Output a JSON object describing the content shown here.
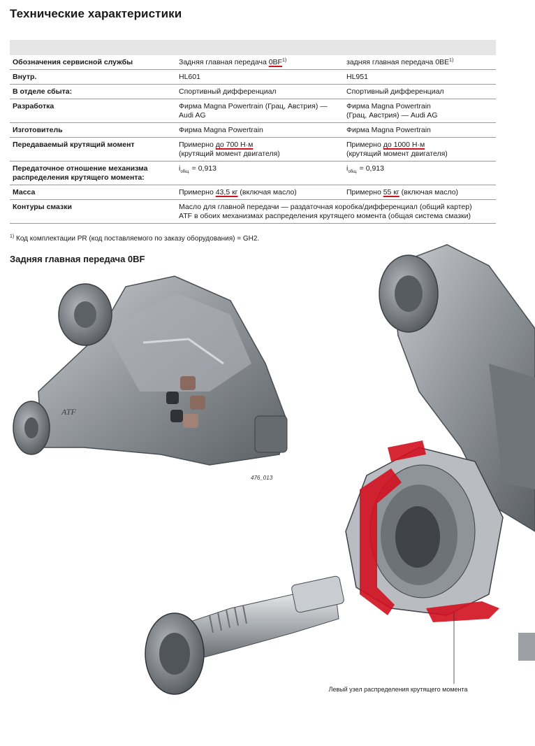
{
  "page_title": "Технические характеристики",
  "spec_table": {
    "rows": [
      {
        "key": "Обозначения сервисной службы",
        "v1": "Задняя главная передача ",
        "v1_hl": "0BF",
        "v1_sup": "1)",
        "v2": "задняя главная передача 0BE",
        "v2_sup": "1)"
      },
      {
        "key": "Внутр.",
        "v1": "HL601",
        "v2": "HL951"
      },
      {
        "key": "В отделе сбыта:",
        "v1": "Спортивный дифференциал",
        "v2": "Спортивный дифференциал"
      },
      {
        "key": "Разработка",
        "v1_l1": "Фирма Magna Powertrain (Грац, Австрия) —",
        "v1_l2": "Audi AG",
        "v2_l1": "Фирма Magna Powertrain",
        "v2_l2": "(Грац, Австрия) — Audi AG"
      },
      {
        "key": "Изготовитель",
        "v1": "Фирма Magna Powertrain",
        "v2": "Фирма Magna Powertrain"
      },
      {
        "key": "Передаваемый крутящий момент",
        "v1_pre": "Примерно ",
        "v1_hl": "до 700 Н·м",
        "v1_l2": "(крутящий момент двигателя)",
        "v2_pre": "Примерно ",
        "v2_hl": "до 1000 Н·м",
        "v2_l2": "(крутящий момент двигателя)"
      },
      {
        "key_l1": "Передаточное отношение механизма",
        "key_l2": "распределения крутящего момента:",
        "v1_i": "i",
        "v1_sub": "общ.",
        "v1_val": " = 0,913",
        "v2_i": "i",
        "v2_sub": "общ.",
        "v2_val": " = 0,913"
      },
      {
        "key": "Масса",
        "v1_pre": "Примерно ",
        "v1_hl": "43,5 кг",
        "v1_post": " (включая масло)",
        "v2_pre": "Примерно ",
        "v2_hl": "55 кг",
        "v2_post": " (включая масло)"
      },
      {
        "key": "Контуры смазки",
        "v_l1": "Масло для главной передачи — раздаточная коробка/дифференциал (общий картер)",
        "v_l2": "ATF в обоих механизмах распределения крутящего момента (общая система смазки)"
      }
    ]
  },
  "footnote_sup": "1)",
  "footnote": " Код комплектации PR (код поставляемого по заказу оборудования) = GH2.",
  "section_title": "Задняя главная передача 0BF",
  "figure_label": "476_013",
  "atf_mark": "ATF",
  "callout": "Левый узел распределения крутящего момента",
  "colors": {
    "accent": "#d10f1f",
    "band": "#e6e6e6",
    "rule": "#9a9a9a"
  }
}
